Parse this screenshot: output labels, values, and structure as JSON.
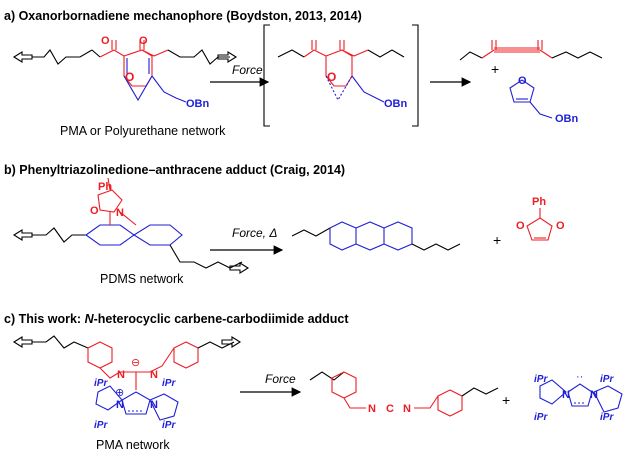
{
  "sections": {
    "a": {
      "title": "a) Oxanorbornadiene mechanophore (Boydston, 2013, 2014)",
      "network_label": "PMA or Polyurethane network",
      "arrow_label": "Force",
      "plus": "+",
      "atoms": {
        "o": "O",
        "obn": "OBn"
      }
    },
    "b": {
      "title": "b) Phenyltriazolinedione–anthracene adduct (Craig, 2014)",
      "network_label": "PDMS network",
      "arrow_label": "Force, Δ",
      "plus": "+",
      "atoms": {
        "ph": "Ph",
        "n": "N",
        "o": "O"
      }
    },
    "c": {
      "title_prefix": "c) This work: ",
      "title_italic": "N",
      "title_suffix": "-heterocyclic carbene-carbodiimide adduct",
      "network_label": "PMA  network",
      "arrow_label": "Force",
      "plus": "+",
      "atoms": {
        "n": "N",
        "ipr": "iPr",
        "c": "C",
        "minus": "⊖",
        "plus_charge": "⊕",
        "dots": "··"
      }
    }
  },
  "colors": {
    "red": "#ee1c24",
    "blue": "#1f1fd6",
    "black": "#000000"
  }
}
